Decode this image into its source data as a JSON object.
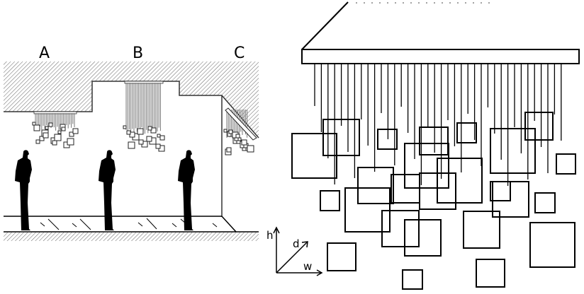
{
  "left_panel": {
    "variant_labels": [
      "A",
      "B",
      "C"
    ],
    "people_count": 3
  },
  "right_panel": {
    "axes": {
      "h": "h",
      "d": "d",
      "w": "w"
    }
  },
  "colors": {
    "stroke": "#000000",
    "hatch": "#555555",
    "background": "#ffffff"
  }
}
